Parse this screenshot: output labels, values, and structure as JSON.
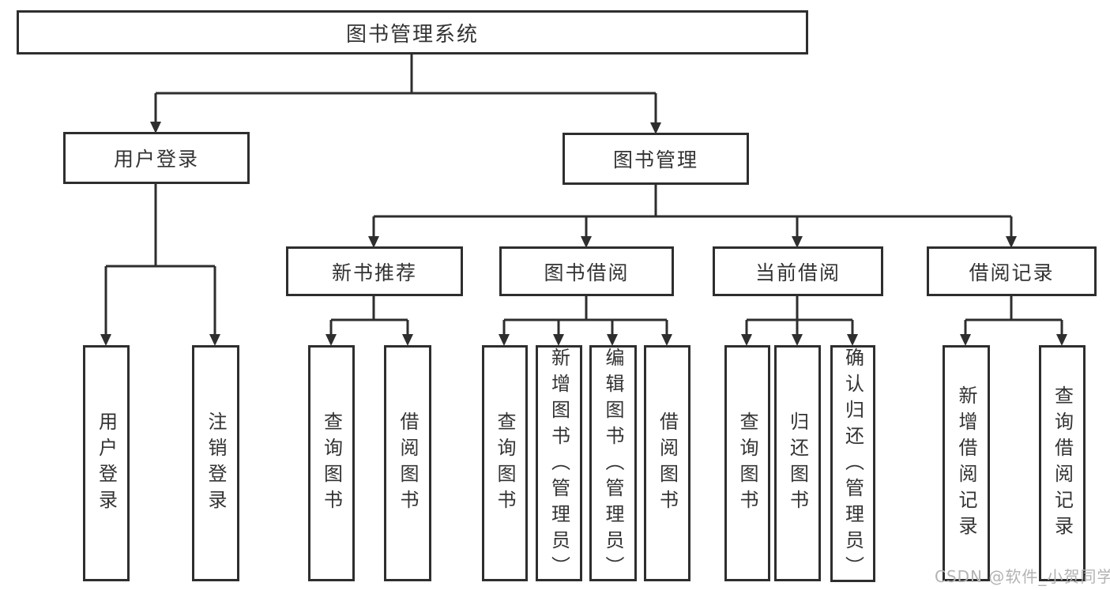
{
  "root": {
    "label": "图书管理系统"
  },
  "level2": [
    {
      "label": "用户登录"
    },
    {
      "label": "图书管理"
    }
  ],
  "level3": [
    {
      "label": "新书推荐"
    },
    {
      "label": "图书借阅"
    },
    {
      "label": "当前借阅"
    },
    {
      "label": "借阅记录"
    }
  ],
  "leaves": {
    "user_login": [
      {
        "label": "用户登录"
      },
      {
        "label": "注销登录"
      }
    ],
    "new_book_rec": [
      {
        "label": "查询图书"
      },
      {
        "label": "借阅图书"
      }
    ],
    "book_borrow": [
      {
        "label": "查询图书"
      },
      {
        "label": "新增图书（管理员）"
      },
      {
        "label": "编辑图书（管理员）"
      },
      {
        "label": "借阅图书"
      }
    ],
    "current_borrow": [
      {
        "label": "查询图书"
      },
      {
        "label": "归还图书"
      },
      {
        "label": "确认归还（管理员）"
      }
    ],
    "borrow_record": [
      {
        "label": "新增借阅记录"
      },
      {
        "label": "查询借阅记录"
      }
    ]
  },
  "watermark": {
    "text": "CSDN @软件_小贺同学"
  },
  "colors": {
    "line": "#2e2e2e",
    "text": "#333333",
    "watermark": "#b3b3b3",
    "background": "#ffffff"
  }
}
